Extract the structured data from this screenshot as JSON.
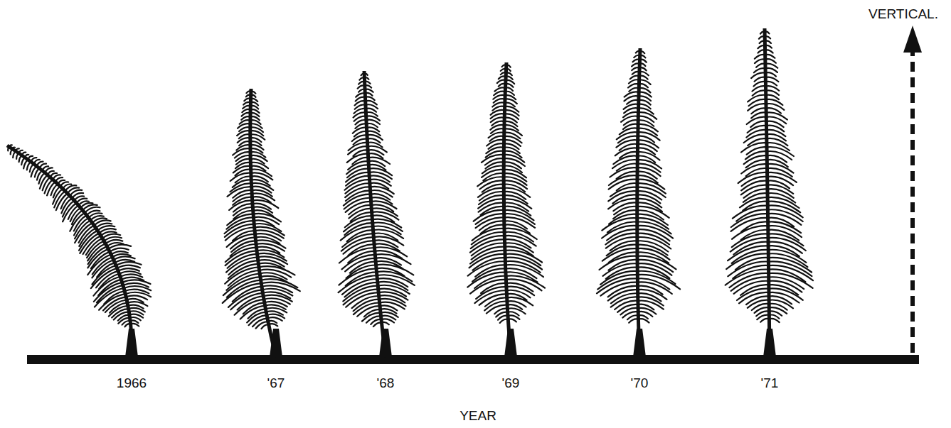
{
  "diagram": {
    "labels": [
      "VERTICAL.",
      "1966",
      "'67",
      "'68",
      "'69",
      "'70",
      "'71",
      "YEAR"
    ]
  }
}
